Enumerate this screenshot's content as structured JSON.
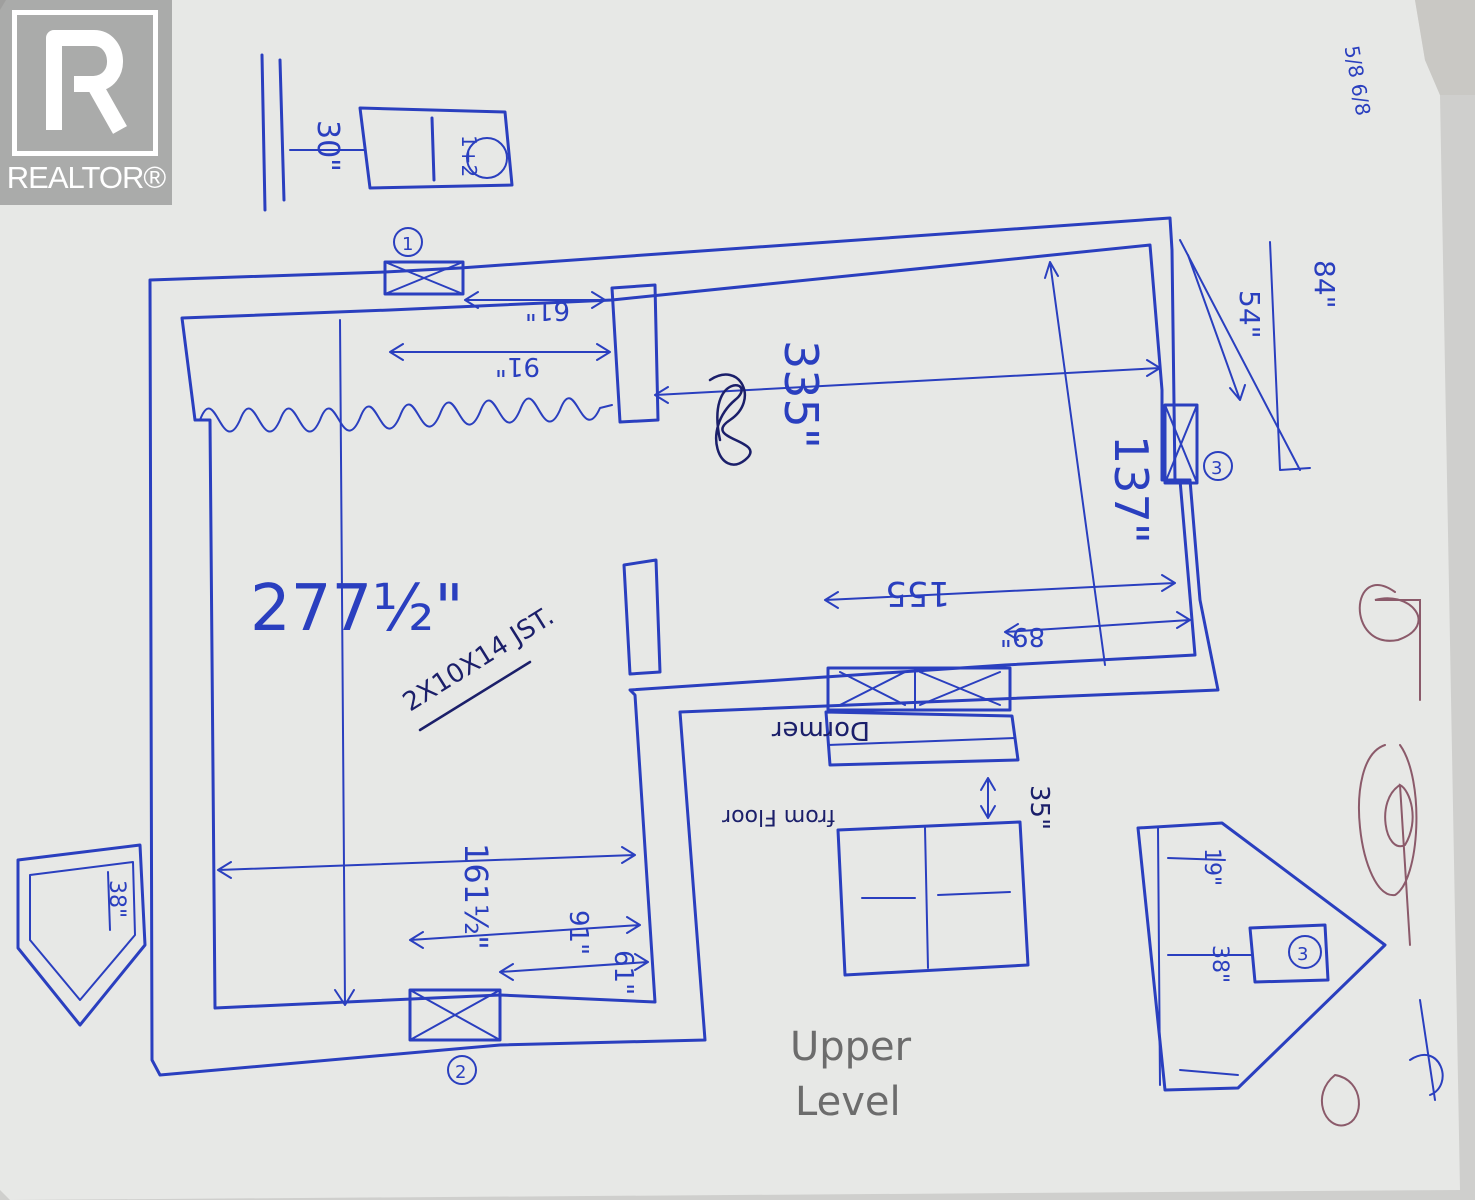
{
  "logo": {
    "text": "REALTOR®",
    "icon": "realtor-r-logo-icon"
  },
  "labels": {
    "clearance_top": "30\"",
    "window_callout_1": "1",
    "window_callout_2": "2",
    "window_callout_3": "3",
    "window_callout_1_2": "1+2",
    "dim_61_top": "61\"",
    "dim_91_top": "91\"",
    "dim_335": "335\"",
    "dim_137": "137\"",
    "dim_84": "84\"",
    "dim_54": "54\"",
    "dim_277": "277½\"",
    "joist": "2X10X14 JST.",
    "dim_155": "155",
    "dim_89": "89\"",
    "dormer": "Dormer",
    "dim_35": "35\"",
    "from_floor": "from Floor",
    "dim_161": "161½\"",
    "dim_91_bottom": "91\"",
    "dim_61_bottom": "61\"",
    "dim_38_left": "38\"",
    "dim_19": "19\"",
    "dim_38_right": "38\"",
    "upper": "Upper",
    "level": "Level",
    "corner_note": "5/8 6/8"
  }
}
